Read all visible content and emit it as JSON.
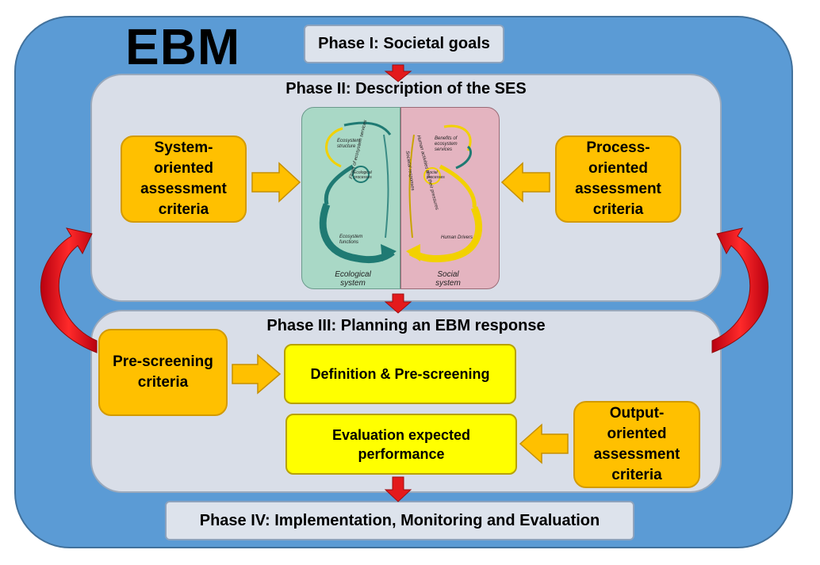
{
  "title": "EBM",
  "phase1": "Phase I: Societal goals",
  "phase2": {
    "title": "Phase II: Description of the SES",
    "left_box": "System-\noriented\nassessment\ncriteria",
    "right_box": "Process-\noriented\nassessment\ncriteria",
    "ses": {
      "ecological_label": "Ecological\nsystem",
      "social_label": "Social\nsystem",
      "ecosystem_structure": "Ecosystem\nstructure",
      "ecological_processes": "Ecological\nprocesses",
      "ecosystem_functions": "Ecosystem\nfunctions",
      "flows": "Flows of ecosystem services",
      "benefits": "Benefits of\necosystem\nservices",
      "social_processes": "Social\nprocesses",
      "human_drivers": "Human Drivers",
      "human_activities": "Human activities and their pressures",
      "societal_responses": "Societal responses"
    }
  },
  "phase3": {
    "title": "Phase III: Planning an EBM response",
    "prescreening_criteria": "Pre-screening\ncriteria",
    "definition": "Definition & Pre-screening",
    "evaluation": "Evaluation expected\nperformance",
    "output_box": "Output-\noriented\nassessment\ncriteria"
  },
  "phase4": "Phase IV: Implementation, Monitoring and Evaluation",
  "colors": {
    "outer": "#5b9bd5",
    "panel": "#d9dee8",
    "orange": "#ffc000",
    "yellow": "#ffff00",
    "red_arrow": "#e31a1c",
    "ecological": "#a9d8c6",
    "social": "#e4b4c0"
  }
}
